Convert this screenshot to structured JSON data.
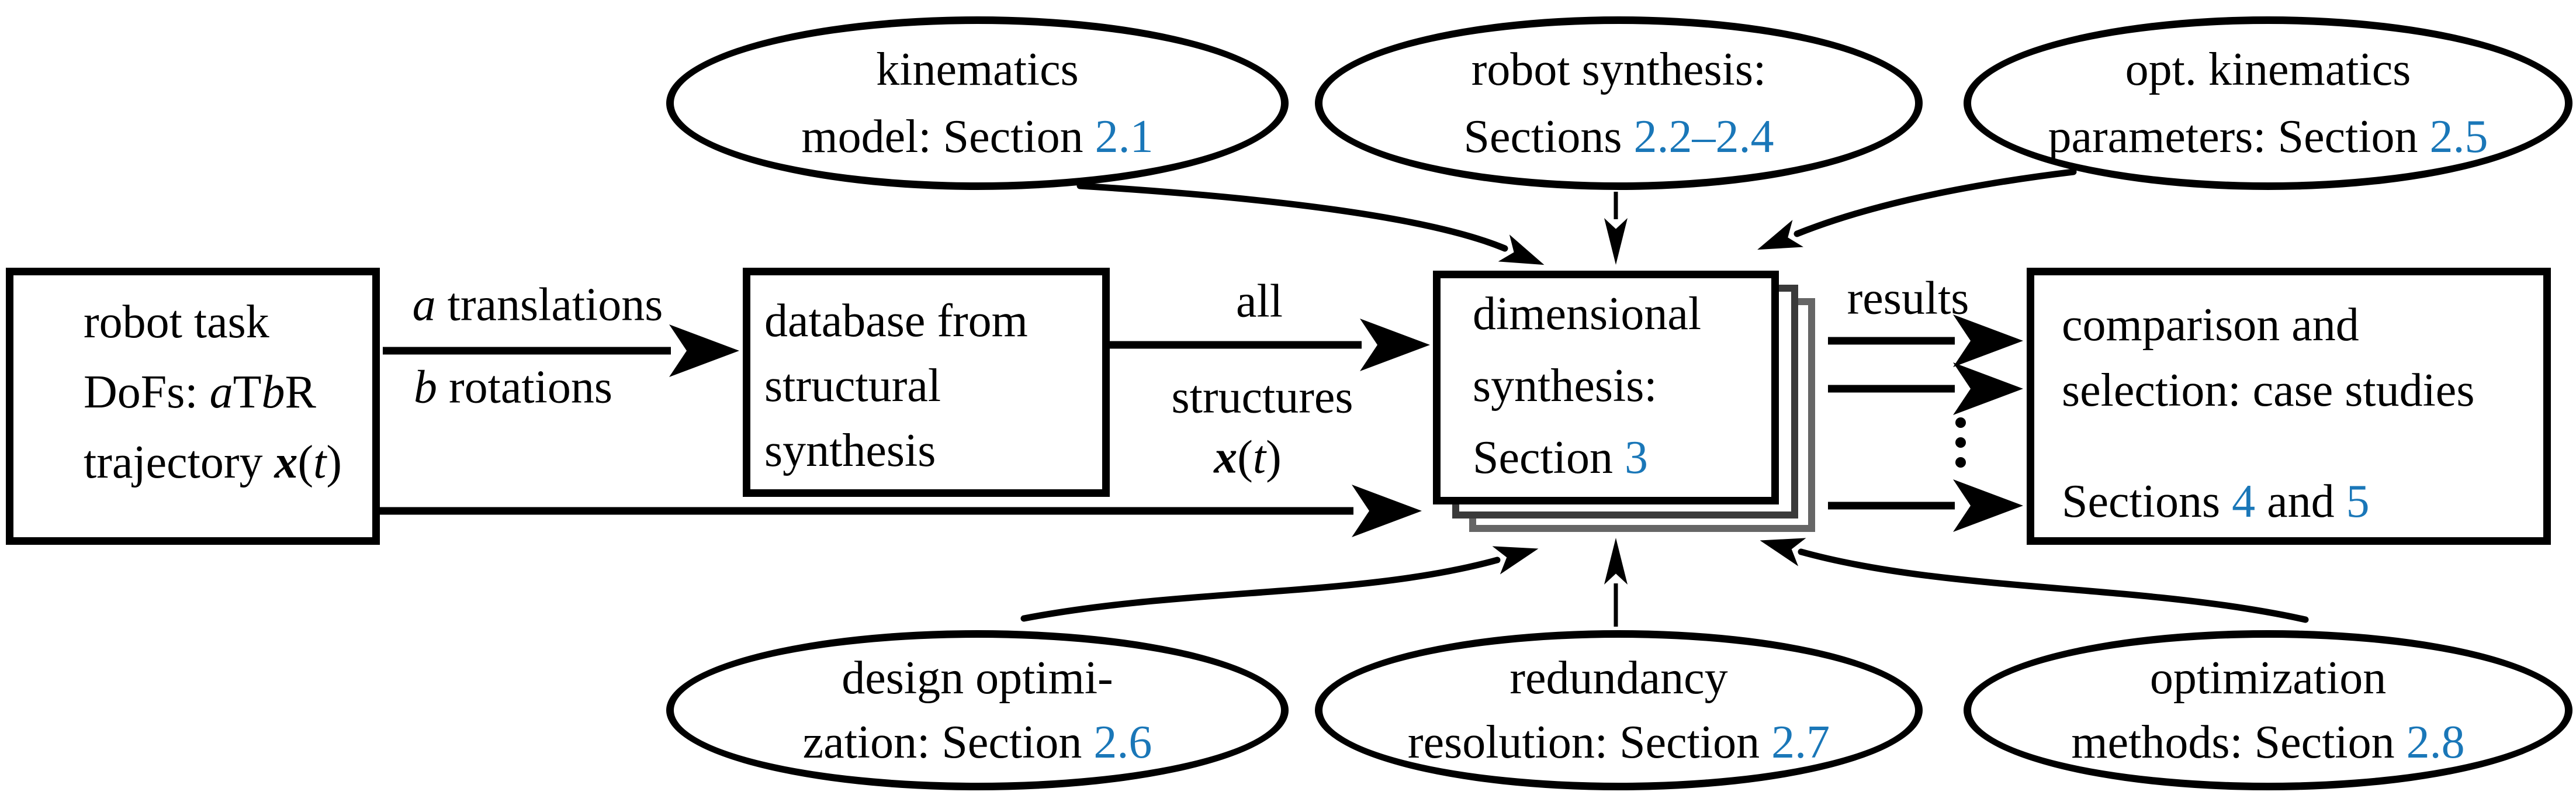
{
  "colors": {
    "ink": "#000000",
    "link_blue": "#1a77b8",
    "page_outline_dark": "#3a3a3a",
    "page_outline_light": "#666666",
    "background": "#ffffff"
  },
  "ellipses": {
    "kinematics_model": {
      "line1": "kinematics",
      "line2_text": "model: Section ",
      "line2_link": "2.1"
    },
    "robot_synthesis": {
      "line1": "robot synthesis:",
      "line2_text": "Sections ",
      "line2_link": "2.2–2.4"
    },
    "opt_kinematics": {
      "line1": "opt. kinematics",
      "line2_text": "parameters: Section ",
      "line2_link": "2.5"
    },
    "design_optimization": {
      "line1": "design optimi-",
      "line2_text": "zation: Section ",
      "line2_link": "2.6"
    },
    "redundancy_resolution": {
      "line1": "redundancy",
      "line2_text": "resolution: Section ",
      "line2_link": "2.7"
    },
    "optimization_methods": {
      "line1": "optimization",
      "line2_text": "methods: Section ",
      "line2_link": "2.8"
    }
  },
  "boxes": {
    "robot_task": {
      "line1": "robot task",
      "line2_label": "DoFs: ",
      "line2_a": "a",
      "line2_T": "T",
      "line2_b": "b",
      "line2_R": "R",
      "line3_label": "trajectory ",
      "line3_x": "x",
      "line3_open": "(",
      "line3_t": "t",
      "line3_close": ")"
    },
    "database": {
      "line1": "database from",
      "line2": "structural",
      "line3": "synthesis"
    },
    "dimensional_synthesis": {
      "line1": "dimensional",
      "line2": "synthesis:",
      "line3_text": "Section ",
      "line3_link": "3"
    },
    "comparison": {
      "line1": "comparison and",
      "line2": "selection: case studies",
      "line3_text": "Sections ",
      "line3_link1": "4",
      "line3_mid": " and ",
      "line3_link2": "5"
    }
  },
  "edge_labels": {
    "a_var": "a",
    "a_rest": " translations",
    "b_var": "b",
    "b_rest": " rotations",
    "all": "all",
    "structures": "structures",
    "x_var": "x",
    "x_open": "(",
    "x_t": "t",
    "x_close": ")",
    "results": "results"
  }
}
